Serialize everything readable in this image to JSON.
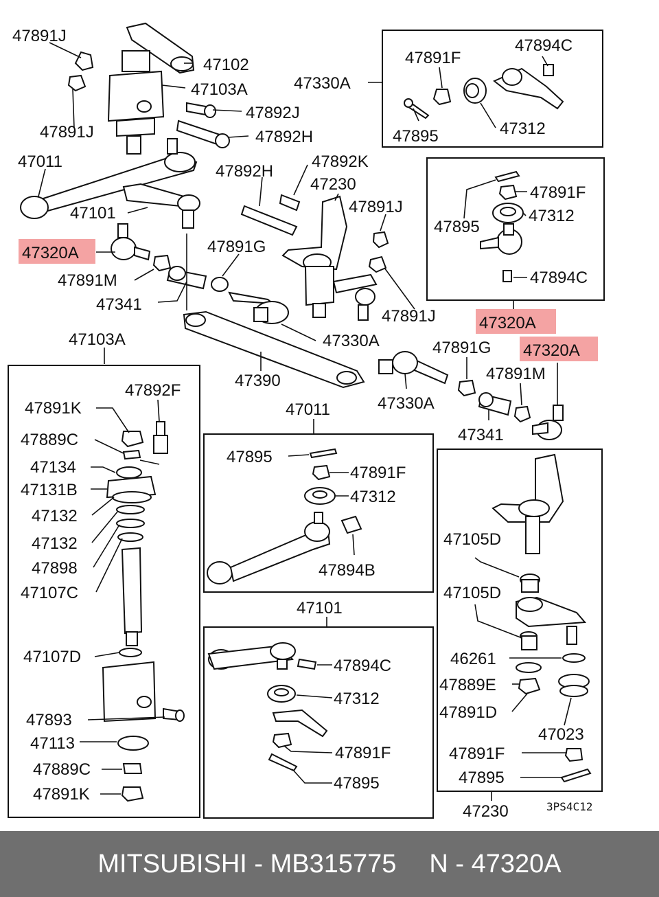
{
  "diagram": {
    "labels": {
      "l_47891J_a": "47891J",
      "l_47102": "47102",
      "l_47103A_a": "47103A",
      "l_47892J": "47892J",
      "l_47891J_b": "47891J",
      "l_47892H_a": "47892H",
      "l_47011_a": "47011",
      "l_47892H_b": "47892H",
      "l_47892K": "47892K",
      "l_47230_a": "47230",
      "l_47891J_c": "47891J",
      "l_47101_a": "47101",
      "l_47320A_a": "47320A",
      "l_47891G_a": "47891G",
      "l_47891M_a": "47891M",
      "l_47341_a": "47341",
      "l_47891J_d": "47891J",
      "l_47330A_b": "47330A",
      "l_47103A_b": "47103A",
      "l_47390": "47390",
      "l_47891G_b": "47891G",
      "l_47891M_b": "47891M",
      "l_47330A_c": "47330A",
      "l_47341_b": "47341",
      "l_47330A_a": "47330A",
      "l_47891F_a": "47891F",
      "l_47894C_a": "47894C",
      "l_47895_a": "47895",
      "l_47312_a": "47312",
      "l_47891F_b": "47891F",
      "l_47895_b": "47895",
      "l_47312_b": "47312",
      "l_47894C_b": "47894C",
      "l_47320A_b": "47320A",
      "l_47320A_c": "47320A",
      "l_47891K_a": "47891K",
      "l_47892F": "47892F",
      "l_47889C_a": "47889C",
      "l_47134": "47134",
      "l_47131B": "47131B",
      "l_47132_a": "47132",
      "l_47132_b": "47132",
      "l_47898": "47898",
      "l_47107C": "47107C",
      "l_47107D": "47107D",
      "l_47893": "47893",
      "l_47113": "47113",
      "l_47889C_b": "47889C",
      "l_47891K_b": "47891K",
      "l_47011_b": "47011",
      "l_47895_c": "47895",
      "l_47891F_c": "47891F",
      "l_47312_c": "47312",
      "l_47894B": "47894B",
      "l_47101_b": "47101",
      "l_47894C_c": "47894C",
      "l_47312_d": "47312",
      "l_47891F_d": "47891F",
      "l_47895_d": "47895",
      "l_47105D_a": "47105D",
      "l_47105D_b": "47105D",
      "l_46261": "46261",
      "l_47889E": "47889E",
      "l_47891D": "47891D",
      "l_47023": "47023",
      "l_47891F_e": "47891F",
      "l_47895_e": "47895",
      "l_47230_b": "47230",
      "code": "3PS4C12"
    },
    "highlight_color": "#f4a3a3"
  },
  "footer": {
    "brand_part": "MITSUBISHI - MB315775",
    "number": "N - 47320A"
  }
}
